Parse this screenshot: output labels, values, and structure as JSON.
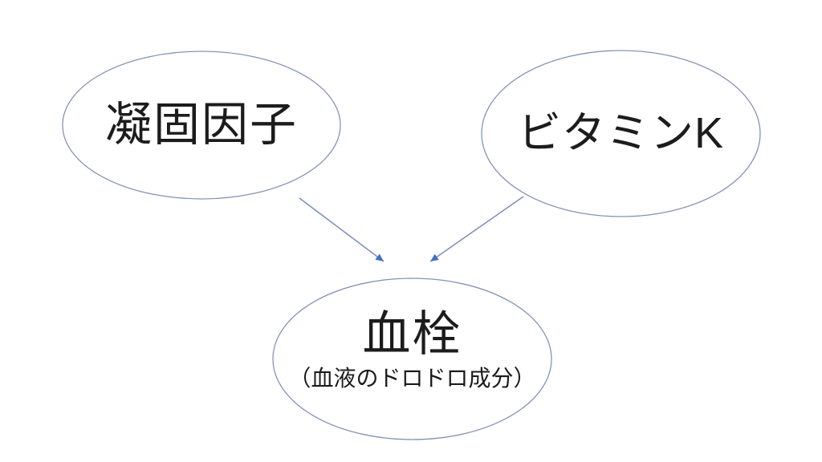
{
  "diagram": {
    "title": "vitamin-k-thrombus-relationship",
    "colors": {
      "background": "#ffffff",
      "node_fill": "#ffffff",
      "node_stroke": "#8494b5",
      "connector_line": "#7d91bc",
      "arrowhead": "#4470c4",
      "text": "#1c1c1c"
    },
    "nodes": [
      {
        "id": "coagulation-factor",
        "label": "凝固因子"
      },
      {
        "id": "vitamin-k",
        "label": "ビタミンK"
      },
      {
        "id": "thrombus",
        "label": "血栓",
        "sublabel": "（血液のドロドロ成分）"
      }
    ],
    "edges": [
      {
        "from": "coagulation-factor",
        "to": "thrombus"
      },
      {
        "from": "vitamin-k",
        "to": "thrombus"
      }
    ]
  }
}
